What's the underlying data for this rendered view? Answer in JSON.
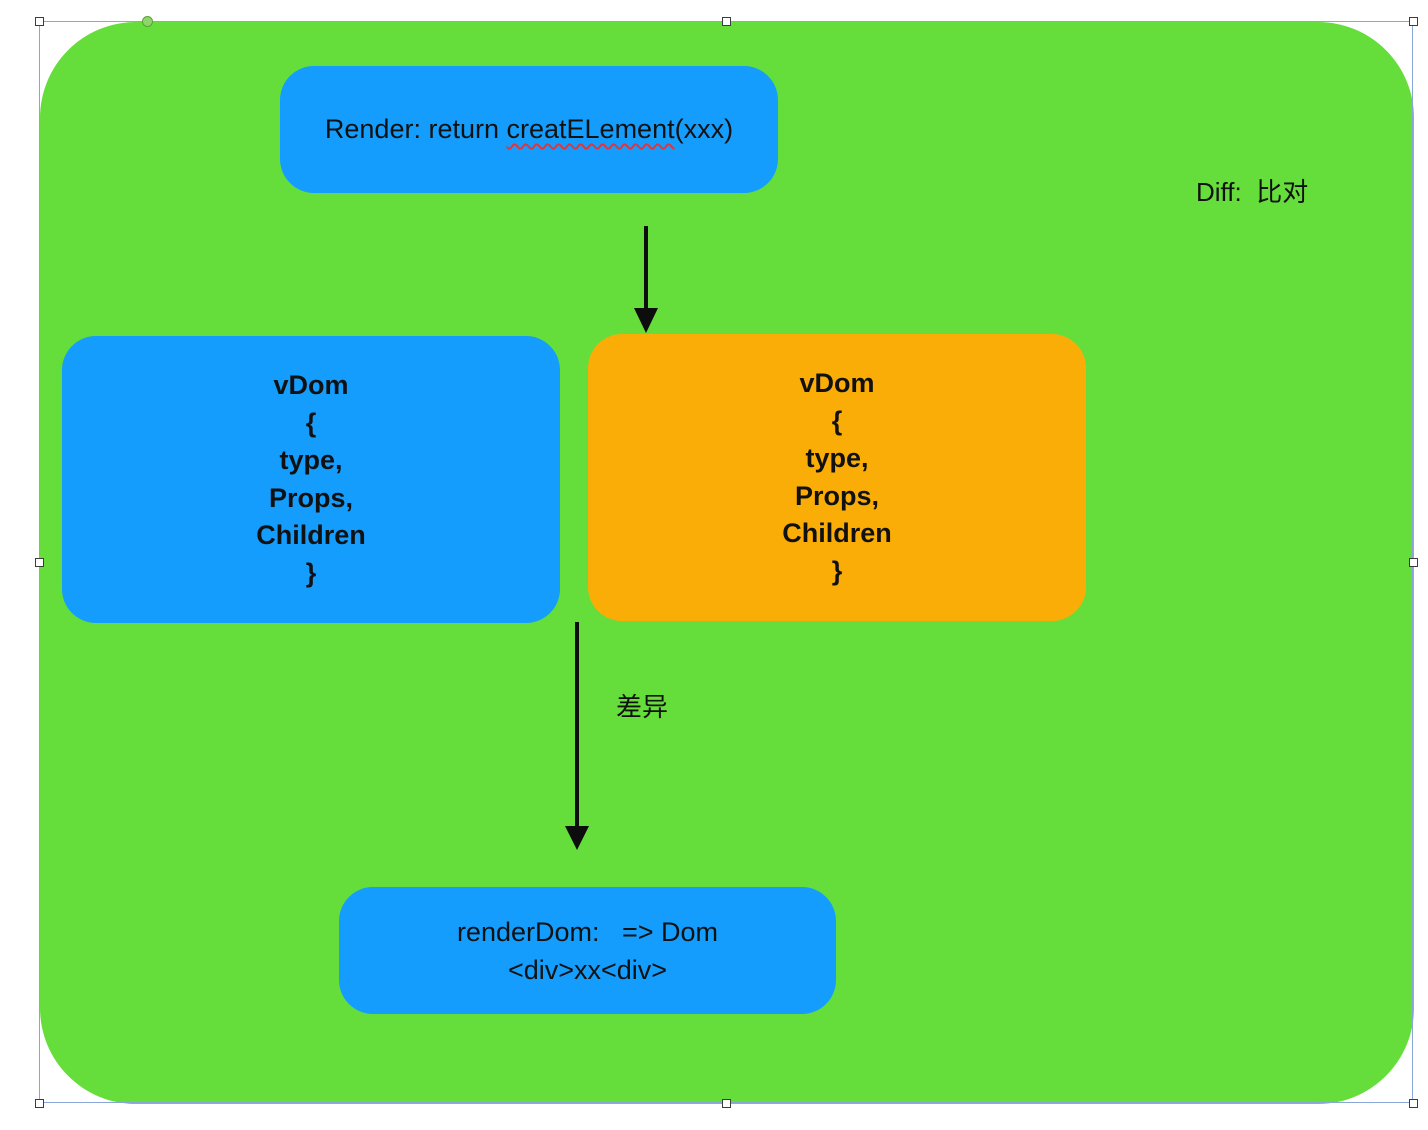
{
  "colors": {
    "canvas_bg": "#65dd3a",
    "box_blue": "#149dfd",
    "box_orange": "#fbad07",
    "arrow": "#0d0d0d"
  },
  "render_box": {
    "prefix": "Render: return ",
    "squiggle_word": "creatELement",
    "suffix": "(xxx)"
  },
  "vdom_left": {
    "lines": [
      "vDom",
      "{",
      "type,",
      "Props,",
      "Children",
      "}"
    ]
  },
  "vdom_right": {
    "lines": [
      "vDom",
      "{",
      "type,",
      "Props,",
      "Children",
      "}"
    ]
  },
  "render_dom_box": {
    "line1": "renderDom:   => Dom",
    "line2": "<div>xx<div>"
  },
  "labels": {
    "diff": "Diff:  比对",
    "chayi": "差异"
  }
}
